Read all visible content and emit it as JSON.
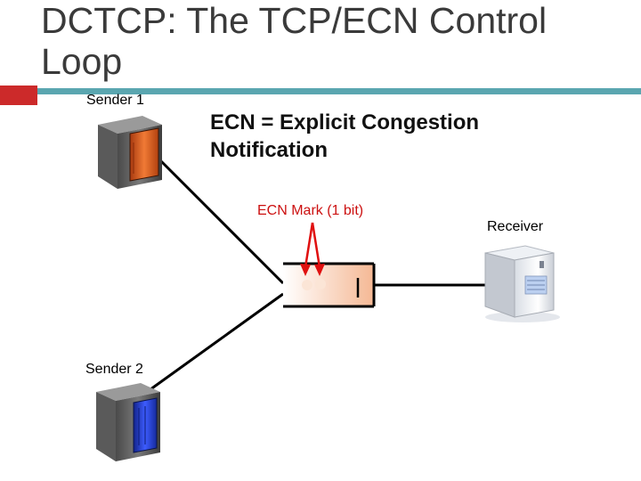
{
  "slide": {
    "title": "DCTCP: The TCP/ECN Control Loop",
    "definition": "ECN = Explicit Congestion Notification"
  },
  "nodes": {
    "sender1": {
      "label": "Sender 1",
      "accent": "#d9541e"
    },
    "sender2": {
      "label": "Sender 2",
      "accent": "#1f3fd6"
    },
    "receiver": {
      "label": "Receiver"
    }
  },
  "annotation": {
    "ecn_mark": "ECN Mark (1 bit)",
    "color": "#cc1111"
  },
  "colors": {
    "title_bar_red": "#cc2a2a",
    "title_bar_teal": "#5aa6b0",
    "queue_fill": "#f6c6a8"
  },
  "icons": [
    "server-icon",
    "server-icon",
    "workstation-icon",
    "queue-icon",
    "packet-icon"
  ]
}
